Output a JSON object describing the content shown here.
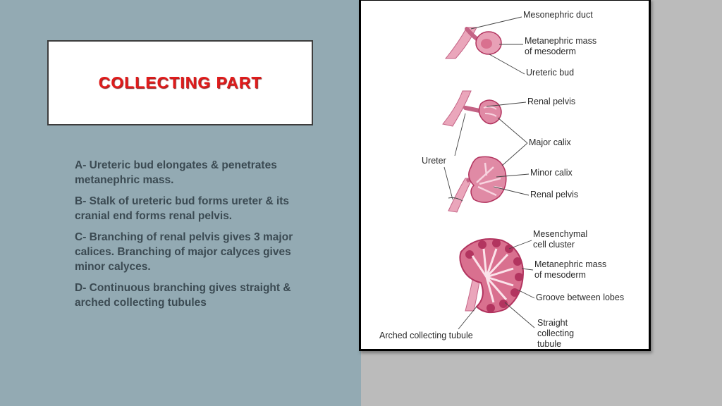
{
  "slide": {
    "title": "COLLECTING PART",
    "paragraphs": [
      "A- Ureteric bud elongates & penetrates metanephric mass.",
      "B- Stalk of ureteric bud forms ureter & its cranial end forms renal pelvis.",
      "C- Branching of renal pelvis  gives 3 major calices. Branching of major calyces gives minor calyces.",
      "D- Continuous branching gives straight & arched collecting tubules"
    ],
    "colors": {
      "background": "#93aab3",
      "title": "#e01b1b",
      "text": "#3b4a52",
      "tissue": "#d9708f",
      "tissue_dark": "#b2345f"
    }
  },
  "diagram": {
    "labels": {
      "mesonephric_duct": "Mesonephric duct",
      "metanephric_mass_1_line1": "Metanephric mass",
      "metanephric_mass_1_line2": "of mesoderm",
      "ureteric_bud": "Ureteric bud",
      "renal_pelvis_1": "Renal pelvis",
      "major_calix": "Major calix",
      "ureter": "Ureter",
      "minor_calix": "Minor calix",
      "renal_pelvis_2": "Renal pelvis",
      "mesenchymal_line1": "Mesenchymal",
      "mesenchymal_line2": "cell cluster",
      "metanephric_mass_2_line1": "Metanephric mass",
      "metanephric_mass_2_line2": "of mesoderm",
      "groove": "Groove between lobes",
      "straight_line1": "Straight",
      "straight_line2": "collecting",
      "straight_line3": "tubule",
      "arched": "Arched collecting tubule"
    }
  }
}
